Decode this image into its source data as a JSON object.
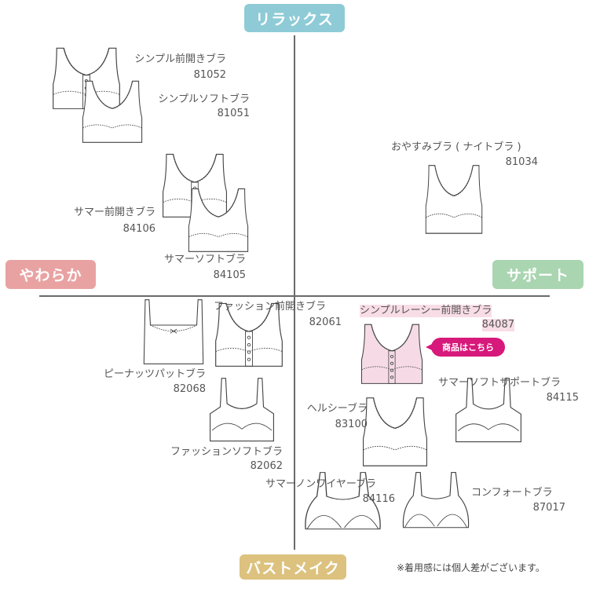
{
  "axes": {
    "top": {
      "label": "リラックス",
      "color": "#8ecbd6"
    },
    "bottom": {
      "label": "バストメイク",
      "color": "#dcc27e"
    },
    "left": {
      "label": "やわらか",
      "color": "#e9a2a2"
    },
    "right": {
      "label": "サポート",
      "color": "#a9d5b1"
    }
  },
  "products": [
    {
      "name": "シンプル前開きブラ",
      "code": "81052"
    },
    {
      "name": "シンプルソフトブラ",
      "code": "81051"
    },
    {
      "name": "おやすみブラ ( ナイトブラ )",
      "code": "81034"
    },
    {
      "name": "サマー前開きブラ",
      "code": "84106"
    },
    {
      "name": "サマーソフトブラ",
      "code": "84105"
    },
    {
      "name": "ファッション前開きブラ",
      "code": "82061"
    },
    {
      "name": "ピーナッツパットブラ",
      "code": "82068"
    },
    {
      "name": "シンプルレーシー前開きブラ",
      "code": "84087",
      "highlight": true
    },
    {
      "name": "サマーソフトサポートブラ",
      "code": "84115"
    },
    {
      "name": "ヘルシーブラ",
      "code": "83100"
    },
    {
      "name": "ファッションソフトブラ",
      "code": "82062"
    },
    {
      "name": "サマーノンワイヤーブラ",
      "code": "84116"
    },
    {
      "name": "コンフォートブラ",
      "code": "87017"
    }
  ],
  "badge": {
    "label": "商品はこちら",
    "color": "#d6197a"
  },
  "highlight_color": "#f6dbe6",
  "note": "※着用感には個人差がございます。"
}
